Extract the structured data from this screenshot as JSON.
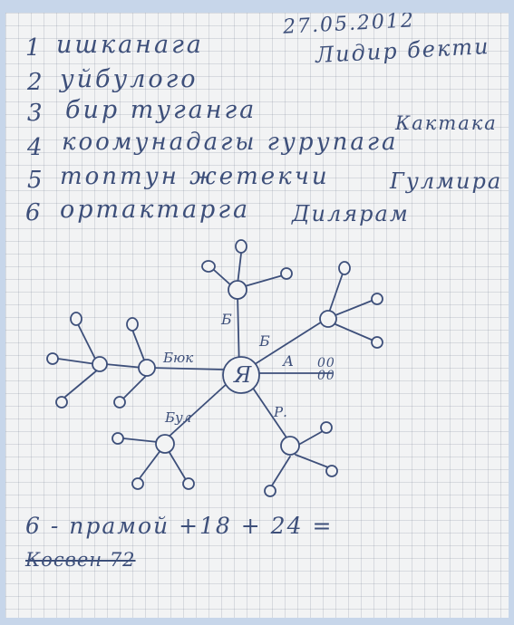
{
  "date": "27.05.2012",
  "list": [
    {
      "num": "1",
      "text": "ишканага",
      "name": "Лидир бекти"
    },
    {
      "num": "2",
      "text": "уйбулого",
      "name": ""
    },
    {
      "num": "3",
      "text": "бир туганга",
      "name": "Кактака"
    },
    {
      "num": "4",
      "text": "коомунадагы гурупага",
      "name": ""
    },
    {
      "num": "5",
      "text": "топтун жетекчи",
      "name": "Гулмира"
    },
    {
      "num": "6",
      "text": "ортактарга",
      "name": "Дилярам"
    }
  ],
  "diagram": {
    "center": "Я",
    "branch_labels": {
      "upper": "Б",
      "right_upper": "Б",
      "right": "А",
      "left": "Бюк",
      "lower_left": "Бул",
      "lower_right": "Р."
    },
    "extra_marks": "00\n00"
  },
  "footer": {
    "line1": "6 - прамой +18 + 24 =",
    "line2": "Косвен 72"
  },
  "colors": {
    "ink": "#3d4f7a",
    "paper": "#f2f3f4",
    "grid": "#8c94a6",
    "frame": "#c7d6ea"
  }
}
